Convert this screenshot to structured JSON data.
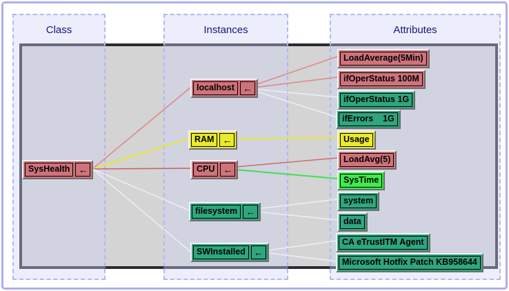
{
  "columns": [
    {
      "label": "Class"
    },
    {
      "label": "Instances"
    },
    {
      "label": "Attributes"
    }
  ],
  "class_node": {
    "label": "SysHealth",
    "color": "pink"
  },
  "instances": [
    {
      "label": "localhost",
      "color": "pink"
    },
    {
      "label": "RAM",
      "color": "yellow"
    },
    {
      "label": "CPU",
      "color": "pink"
    },
    {
      "label": "filesystem",
      "color": "teal"
    },
    {
      "label": "SWInstalled",
      "color": "teal"
    }
  ],
  "attributes": [
    {
      "label": "LoadAverage(5Min)",
      "color": "pink"
    },
    {
      "label": "ifOperStatus 100M",
      "color": "pink"
    },
    {
      "label": "ifOperStatus 1G",
      "color": "teal"
    },
    {
      "label": "ifErrors    1G",
      "color": "teal"
    },
    {
      "label": "Usage",
      "color": "yellow"
    },
    {
      "label": "LoadAvg(5)",
      "color": "pink"
    },
    {
      "label": "SysTime",
      "color": "green"
    },
    {
      "label": "system",
      "color": "teal"
    },
    {
      "label": "data",
      "color": "teal"
    },
    {
      "label": "CA eTrustITM Agent",
      "color": "teal"
    },
    {
      "label": "Microsoft Hotfix Patch KB958644",
      "color": "teal"
    }
  ],
  "icons": {
    "back_arrow": "←"
  },
  "colors": {
    "page_border": "#a9aff0",
    "column_guide": "#b2b8f0",
    "panel_bg": "#d4d4d4",
    "panel_border": "#2b2b33",
    "node_pink": "#cf737b",
    "node_yellow": "#e9e930",
    "node_teal": "#2fa67e",
    "node_green": "#3ded4b",
    "line_salmon": "#e08888",
    "line_red": "#d06060",
    "line_yellow": "#e6e636",
    "line_green": "#3ee04e",
    "line_white": "#f2f2f2",
    "header_text": "#15157a"
  }
}
